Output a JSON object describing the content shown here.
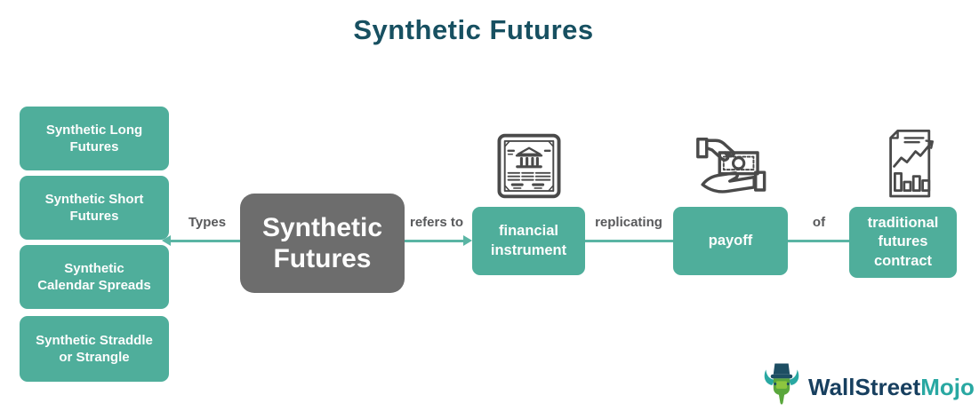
{
  "title": "Synthetic Futures",
  "colors": {
    "teal_box": "#4FAE9B",
    "gray_box": "#6D6D6D",
    "title_text": "#175061",
    "connector": "#5AB5A4",
    "connector_label_text": "#58595B",
    "box_text": "#FDFDFD",
    "icon_stroke": "#4A4A4A",
    "logo_primary": "#173F5F",
    "logo_secondary": "#29A8A2"
  },
  "center_box": {
    "label": "Synthetic\nFutures"
  },
  "types_branch": {
    "connector_label": "Types",
    "boxes": [
      {
        "label": "Synthetic Long\nFutures"
      },
      {
        "label": "Synthetic Short\nFutures"
      },
      {
        "label": "Synthetic\nCalendar Spreads"
      },
      {
        "label": "Synthetic Straddle\nor Strangle"
      }
    ]
  },
  "flow": {
    "connectors": [
      {
        "label": "refers to",
        "arrowhead": true
      },
      {
        "label": "replicating",
        "arrowhead": false
      },
      {
        "label": "of",
        "arrowhead": false
      }
    ],
    "boxes": [
      {
        "label": "financial\ninstrument",
        "icon": "certificate-bank-icon"
      },
      {
        "label": "payoff",
        "icon": "hand-giving-money-icon"
      },
      {
        "label": "traditional\nfutures\ncontract",
        "icon": "chart-document-icon"
      }
    ]
  },
  "logo": {
    "mascot": "bull-mascot-icon",
    "brand_primary": "WallStreet",
    "brand_secondary": "Mojo"
  }
}
